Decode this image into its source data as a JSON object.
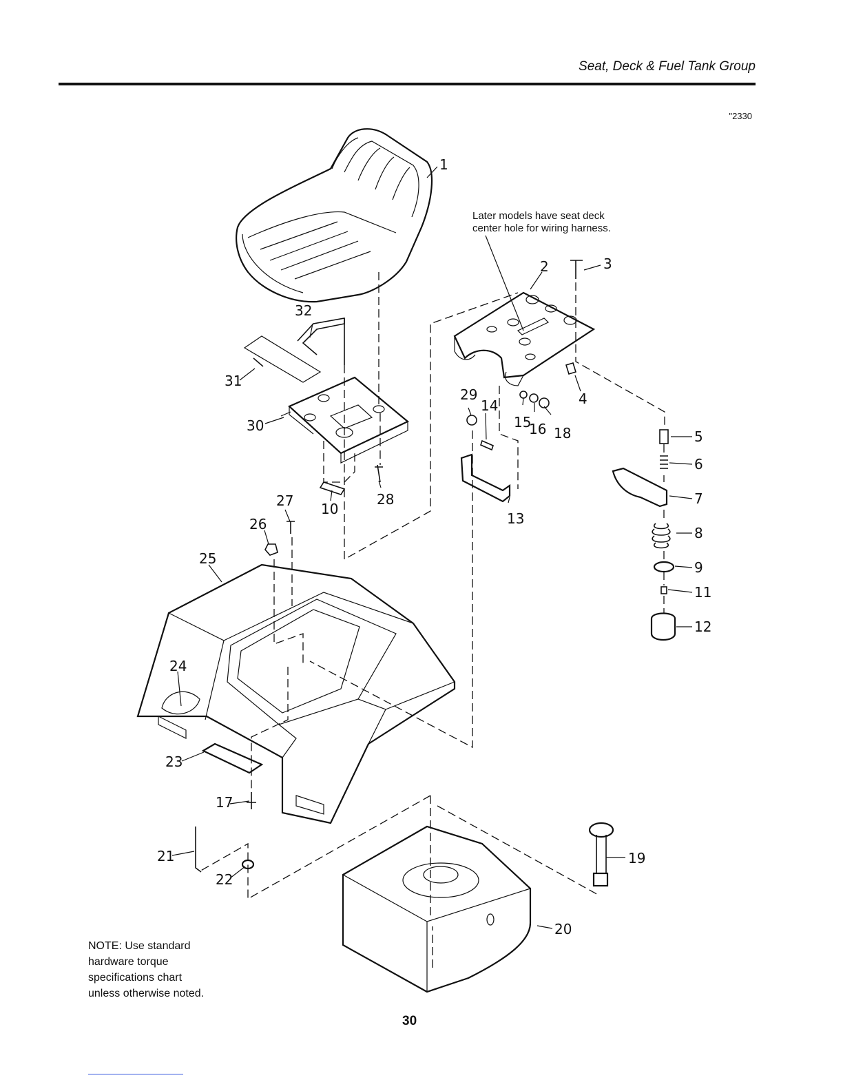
{
  "header": {
    "title": "Seat, Deck & Fuel Tank Group"
  },
  "figure_code": "\"2330",
  "callout": {
    "line1": "Later models have seat deck",
    "line2": "center hole for wiring harness."
  },
  "note": {
    "line1": "NOTE: Use standard",
    "line2": "hardware torque",
    "line3": "specifications chart",
    "line4": "unless otherwise noted."
  },
  "page_number": "30",
  "labels": {
    "p1": "1",
    "p2": "2",
    "p3": "3",
    "p4": "4",
    "p5": "5",
    "p6": "6",
    "p7": "7",
    "p8": "8",
    "p9": "9",
    "p10": "10",
    "p11": "11",
    "p12": "12",
    "p13": "13",
    "p14": "14",
    "p15": "15",
    "p16": "16",
    "p17": "17",
    "p18": "18",
    "p19": "19",
    "p20": "20",
    "p21": "21",
    "p22": "22",
    "p23": "23",
    "p24": "24",
    "p25": "25",
    "p26": "26",
    "p27": "27",
    "p28": "28",
    "p29": "29",
    "p30": "30",
    "p31": "31",
    "p32": "32"
  }
}
